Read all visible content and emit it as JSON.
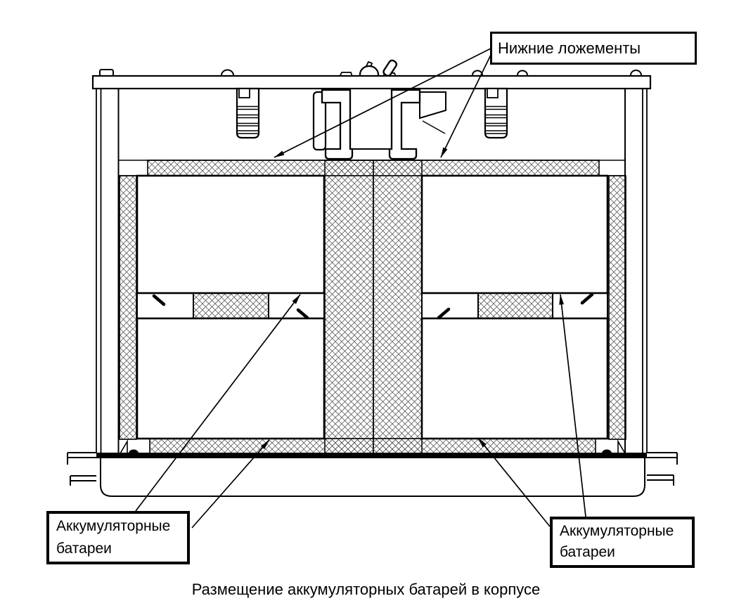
{
  "diagram": {
    "callouts": {
      "top": {
        "text": "Нижние ложементы"
      },
      "bottom_left": {
        "line1": "Аккумуляторные",
        "line2": "батареи"
      },
      "bottom_right": {
        "line1": "Аккумуляторные",
        "line2": "батареи"
      }
    },
    "caption": "Размещение аккумуляторных батарей в корпусе",
    "colors": {
      "line": "#000000",
      "background": "#ffffff",
      "hatch": "#4a4a4a"
    }
  }
}
